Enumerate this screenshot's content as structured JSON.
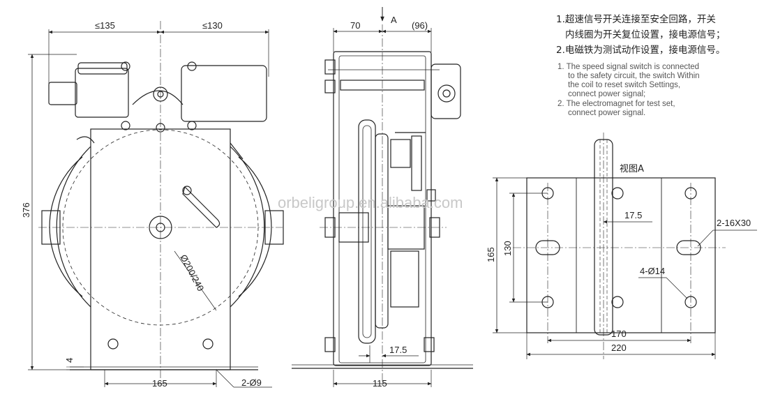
{
  "notes": {
    "cn_1a": "1.超速信号开关连接至安全回路，开关",
    "cn_1b": "内线圈为开关复位设置，接电源信号；",
    "cn_2": "2.电磁铁为测试动作设置，接电源信号。",
    "en_1a": "1. The speed signal switch is connected",
    "en_1b": "to the safety circuit, the switch Within",
    "en_1c": "the coil to reset switch Settings,",
    "en_1d": "connect power signal;",
    "en_2a": "2. The electromagnet for test set,",
    "en_2b": "connect power signal."
  },
  "front_view": {
    "dim_left_width": "≤135",
    "dim_right_width": "≤130",
    "dim_height": "376",
    "dim_diameter": "Ø200/240",
    "dim_base_thickness": "4",
    "dim_base_width": "165",
    "dim_holes": "2-Ø9"
  },
  "side_view": {
    "arrow_label": "A",
    "dim_top_left": "70",
    "dim_top_right": "(96)",
    "dim_inner": "17.5",
    "dim_base": "115"
  },
  "view_a": {
    "title": "视图A",
    "dim_offset": "17.5",
    "dim_slots": "2-16X30",
    "dim_holes": "4-Ø14",
    "dim_outer_height": "165",
    "dim_inner_height": "130",
    "dim_inner_width": "170",
    "dim_outer_width": "220"
  },
  "watermark": "orbeligroup.en.alibaba.com"
}
